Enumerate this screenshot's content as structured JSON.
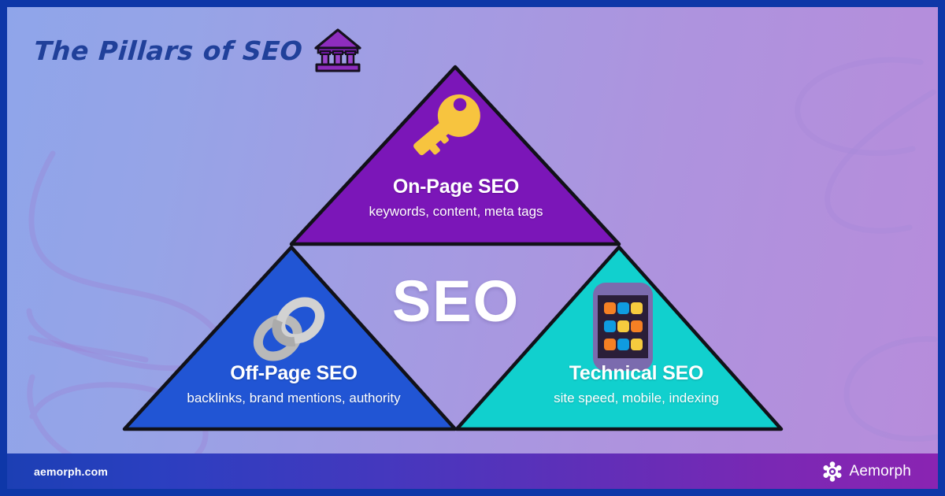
{
  "header": {
    "title": "The Pillars of SEO",
    "icon": "classical-building-icon"
  },
  "center": {
    "label": "SEO"
  },
  "pillars": [
    {
      "id": "on-page",
      "title": "On-Page SEO",
      "subtitle": "keywords, content, meta tags",
      "color": "#7B16B8",
      "icon": "key-icon",
      "position": "top"
    },
    {
      "id": "off-page",
      "title": "Off-Page SEO",
      "subtitle": "backlinks, brand mentions, authority",
      "color": "#2155D4",
      "icon": "chain-link-icon",
      "position": "bottom-left"
    },
    {
      "id": "technical",
      "title": "Technical SEO",
      "subtitle": "site speed, mobile, indexing",
      "color": "#11D0CE",
      "icon": "mobile-phone-icon",
      "position": "bottom-right"
    }
  ],
  "footer": {
    "url": "aemorph.com",
    "brand_name": "Aemorph",
    "brand_icon": "aemorph-hexagon-logo"
  },
  "colors": {
    "frame": "#0E37A8",
    "background_left": "#8FA5EA",
    "background_right": "#B78CDB",
    "title_text": "#20409A",
    "on_page": "#7B16B8",
    "off_page": "#2155D4",
    "technical": "#11D0CE",
    "key_gold": "#F7C43F",
    "chain_silver": "#C4C4C4",
    "outline": "#111118",
    "text_on_shape": "#FFFFFF"
  }
}
